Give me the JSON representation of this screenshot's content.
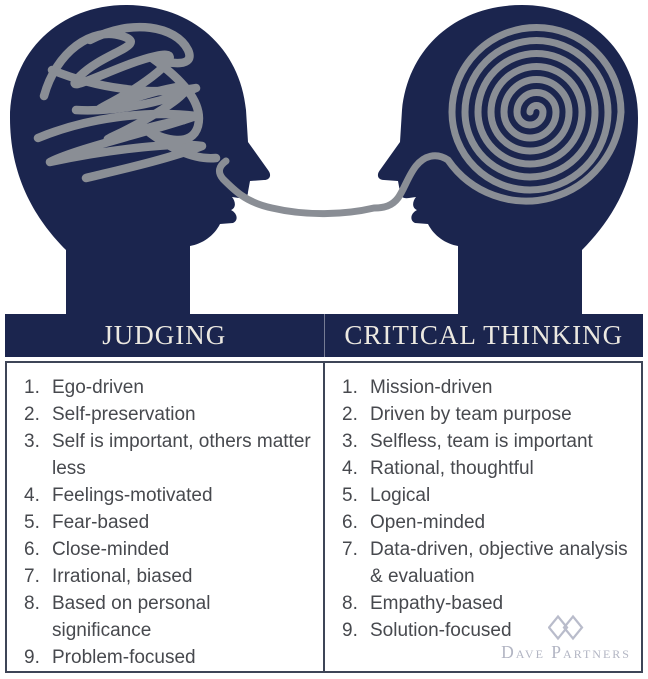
{
  "illustration": {
    "left_head_icon": "scribble-mind-head-icon",
    "right_head_icon": "spiral-mind-head-icon",
    "connector_icon": "mouth-to-mouth-thread-icon",
    "colors": {
      "head_navy": "#1b254e",
      "thread_gray": "#8a8e95"
    }
  },
  "table": {
    "header_bg": "#1b254e",
    "header_text_color": "#ece9e1",
    "body_text_color": "#47494e",
    "border_color": "#3e4557",
    "columns": [
      {
        "header": "JUDGING",
        "items": [
          "Ego-driven",
          "Self-preservation",
          "Self is important, others matter less",
          "Feelings-motivated",
          "Fear-based",
          "Close-minded",
          "Irrational, biased",
          "Based on personal significance",
          "Problem-focused"
        ]
      },
      {
        "header": "CRITICAL THINKING",
        "items": [
          "Mission-driven",
          "Driven by team purpose",
          "Selfless, team is important",
          "Rational, thoughtful",
          "Logical",
          "Open-minded",
          "Data-driven, objective analysis & evaluation",
          "Empathy-based",
          "Solution-focused"
        ]
      }
    ]
  },
  "branding": {
    "display": "Dave Partners",
    "logo_icon": "double-diamond-icon",
    "color": "#b2b5c3"
  }
}
